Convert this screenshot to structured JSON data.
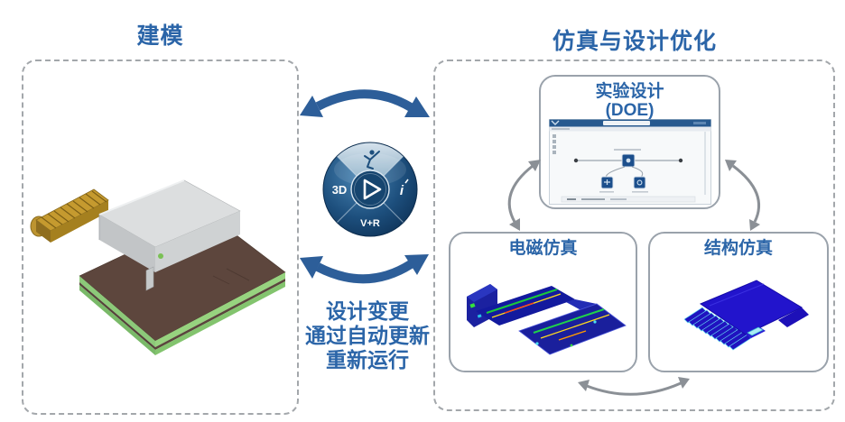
{
  "left_section": {
    "title": "建模",
    "model": "usb-connector-on-pcb-3d-model"
  },
  "center": {
    "caption_line1": "设计变更",
    "caption_line2": "通过自动更新",
    "caption_line3": "重新运行",
    "compass": {
      "left_label": "3D",
      "right_label": "i",
      "bottom_label": "V+R",
      "top_icon": "person-icon",
      "center_icon": "play-icon"
    }
  },
  "right_section": {
    "title": "仿真与设计优化",
    "doe_panel": {
      "title": "实验设计",
      "subtitle": "(DOE)"
    },
    "em_panel": {
      "title": "电磁仿真"
    },
    "structural_panel": {
      "title": "结构仿真"
    }
  },
  "colors": {
    "title_blue": "#2b65a8",
    "arrow_blue": "#2d5e99",
    "arrow_gray": "#8b9096",
    "panel_border": "#9aa2ab",
    "dashed_border": "#a3a7ab",
    "compass_dark": "#16456f"
  }
}
